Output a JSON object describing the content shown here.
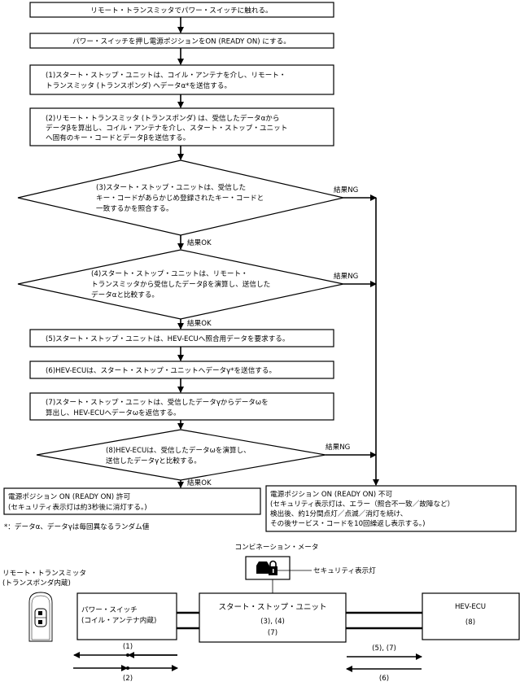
{
  "flow": {
    "step_touch": "リモート・トランスミッタでパワー・スイッチに触れる。",
    "step_press": "パワー・スイッチを押し電源ポジションをON (READY ON) にする。",
    "step1": [
      "(1)スタート・ストップ・ユニットは、コイル・アンテナを介し、リモート・",
      "トランスミッタ (トランスポンダ) へデータα*を送信する。"
    ],
    "step2": [
      "(2)リモート・トランスミッタ (トランスポンダ) は、受信したデータαから",
      "データβを算出し、コイル・アンテナを介し、スタート・ストップ・ユニット",
      "へ固有のキー・コードとデータβを送信する。"
    ],
    "step3": [
      "(3)スタート・ストップ・ユニットは、受信した",
      "キー・コードがあらかじめ登録されたキー・コードと",
      "一致するかを照合する。"
    ],
    "step4": [
      "(4)スタート・ストップ・ユニットは、リモート・",
      "トランスミッタから受信したデータβを演算し、送信した",
      "データαと比較する。"
    ],
    "step5": "(5)スタート・ストップ・ユニットは、HEV-ECUへ照合用データを要求する。",
    "step6": "(6)HEV-ECUは、スタート・ストップ・ユニットへデータγ*を送信する。",
    "step7": [
      "(7)スタート・ストップ・ユニットは、受信したデータγからデータωを",
      "算出し、HEV-ECUへデータωを返信する。"
    ],
    "step8": [
      "(8)HEV-ECUは、受信したデータωを演算し、",
      "送信したデータγと比較する。"
    ],
    "result_ok": "結果OK",
    "result_ng": "結果NG",
    "ok_box": [
      "電源ポジション ON (READY ON) 許可",
      "(セキュリティ表示灯は約3秒後に消灯する。)"
    ],
    "ng_box": [
      "電源ポジション ON (READY ON) 不可",
      "(セキュリティ表示灯は、エラー（照合不一致／故障など）",
      "検出後、約1分間点灯／点滅／消灯を続け、",
      "その後サービス・コードを10回繰返し表示する。)"
    ],
    "footnote": "*：データα、データγは毎回異なるランダム値"
  },
  "system": {
    "meter_label": "コンビネーション・メータ",
    "security_lamp_label": "セキュリティ表示灯",
    "remote_label": [
      "リモート・トランスミッタ",
      "(トランスポンダ内蔵)"
    ],
    "power_switch": [
      "パワー・スイッチ",
      "(コイル・アンテナ内蔵)"
    ],
    "start_stop_unit": [
      "スタート・ストップ・ユニット",
      "(3), (4)",
      "(7)"
    ],
    "hev_ecu": [
      "HEV-ECU",
      "(8)"
    ],
    "arrow_labels": {
      "a1": "(1)",
      "a2": "(2)",
      "a57": "(5), (7)",
      "a6": "(6)"
    },
    "icons": {
      "security_lamp": "car-lock-icon",
      "remote": "key-fob-icon"
    }
  }
}
